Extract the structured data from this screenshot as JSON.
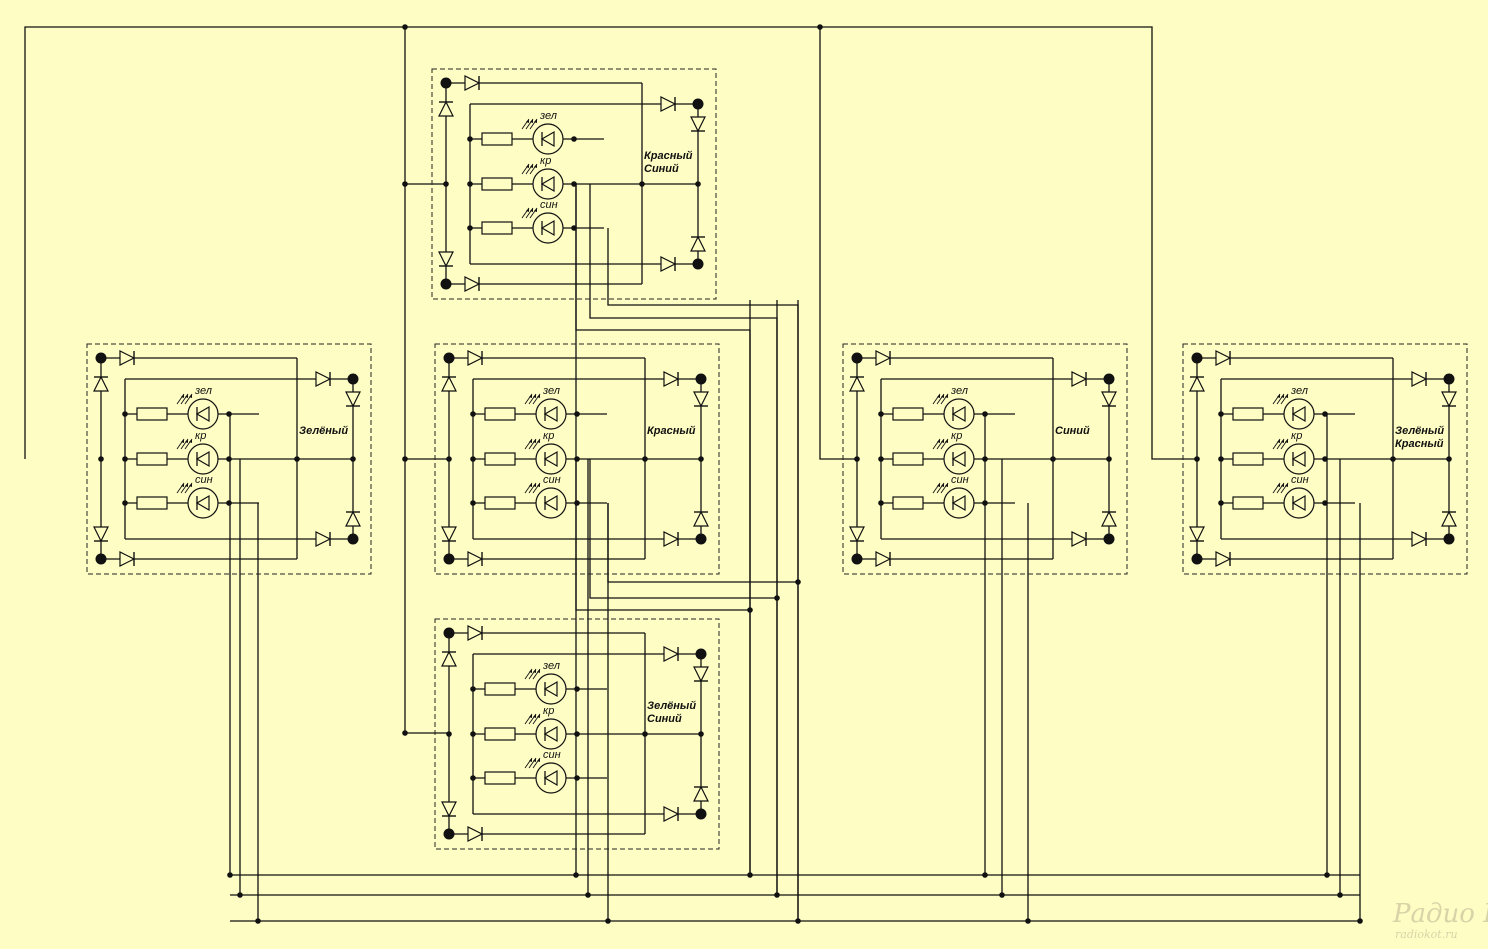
{
  "colors": {
    "background": "#fefdc4",
    "ink": "#111111",
    "watermark": "#d9d4a8"
  },
  "led_labels": [
    "зел",
    "кр",
    "син"
  ],
  "blocks": [
    {
      "id": "top-center",
      "label": [
        "Красный",
        "Синий"
      ]
    },
    {
      "id": "left",
      "label": [
        "Зелёный"
      ]
    },
    {
      "id": "mid-center",
      "label": [
        "Красный"
      ]
    },
    {
      "id": "right-center",
      "label": [
        "Синий"
      ]
    },
    {
      "id": "far-right",
      "label": [
        "Зелёный",
        "Красный"
      ]
    },
    {
      "id": "bottom-center",
      "label": [
        "Зелёный",
        "Синий"
      ]
    }
  ],
  "watermark": {
    "logo": "Радио КОТ",
    "site": "radiokot.ru"
  }
}
